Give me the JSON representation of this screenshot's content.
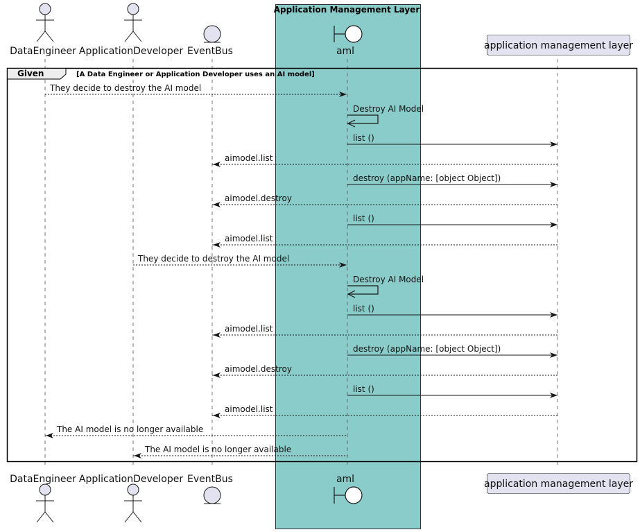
{
  "group_box": {
    "title": "Application Management Layer",
    "fill": "#8ACCCA"
  },
  "participants": [
    {
      "id": "de",
      "name": "DataEngineer",
      "kind": "actor"
    },
    {
      "id": "ad",
      "name": "ApplicationDeveloper",
      "kind": "actor"
    },
    {
      "id": "eb",
      "name": "EventBus",
      "kind": "entity"
    },
    {
      "id": "aml",
      "name": "aml",
      "kind": "boundary"
    },
    {
      "id": "alm",
      "name": "application management layer",
      "kind": "participant"
    }
  ],
  "fragment": {
    "keyword": "Given",
    "condition": "[A Data Engineer or Application Developer uses an AI model]"
  },
  "messages": [
    {
      "from": "de",
      "to": "aml",
      "text": "They decide to destroy the AI model",
      "style": "dashed"
    },
    {
      "from": "aml",
      "to": "aml",
      "text": "Destroy AI Model",
      "style": "self"
    },
    {
      "from": "aml",
      "to": "alm",
      "text": "list ()",
      "style": "solid"
    },
    {
      "from": "alm",
      "to": "eb",
      "text": "aimodel.list",
      "style": "dashed"
    },
    {
      "from": "aml",
      "to": "alm",
      "text": "destroy (appName: [object Object])",
      "style": "solid"
    },
    {
      "from": "alm",
      "to": "eb",
      "text": "aimodel.destroy",
      "style": "dashed"
    },
    {
      "from": "aml",
      "to": "alm",
      "text": "list ()",
      "style": "solid"
    },
    {
      "from": "alm",
      "to": "eb",
      "text": "aimodel.list",
      "style": "dashed"
    },
    {
      "from": "ad",
      "to": "aml",
      "text": "They decide to destroy the AI model",
      "style": "dashed"
    },
    {
      "from": "aml",
      "to": "aml",
      "text": "Destroy AI Model",
      "style": "self"
    },
    {
      "from": "aml",
      "to": "alm",
      "text": "list ()",
      "style": "solid"
    },
    {
      "from": "alm",
      "to": "eb",
      "text": "aimodel.list",
      "style": "dashed"
    },
    {
      "from": "aml",
      "to": "alm",
      "text": "destroy (appName: [object Object])",
      "style": "solid"
    },
    {
      "from": "alm",
      "to": "eb",
      "text": "aimodel.destroy",
      "style": "dashed"
    },
    {
      "from": "aml",
      "to": "alm",
      "text": "list ()",
      "style": "solid"
    },
    {
      "from": "alm",
      "to": "eb",
      "text": "aimodel.list",
      "style": "dashed"
    },
    {
      "from": "aml",
      "to": "de",
      "text": "The AI model is no longer available",
      "style": "dashed"
    },
    {
      "from": "aml",
      "to": "ad",
      "text": "The AI model is no longer available",
      "style": "dashed"
    }
  ]
}
